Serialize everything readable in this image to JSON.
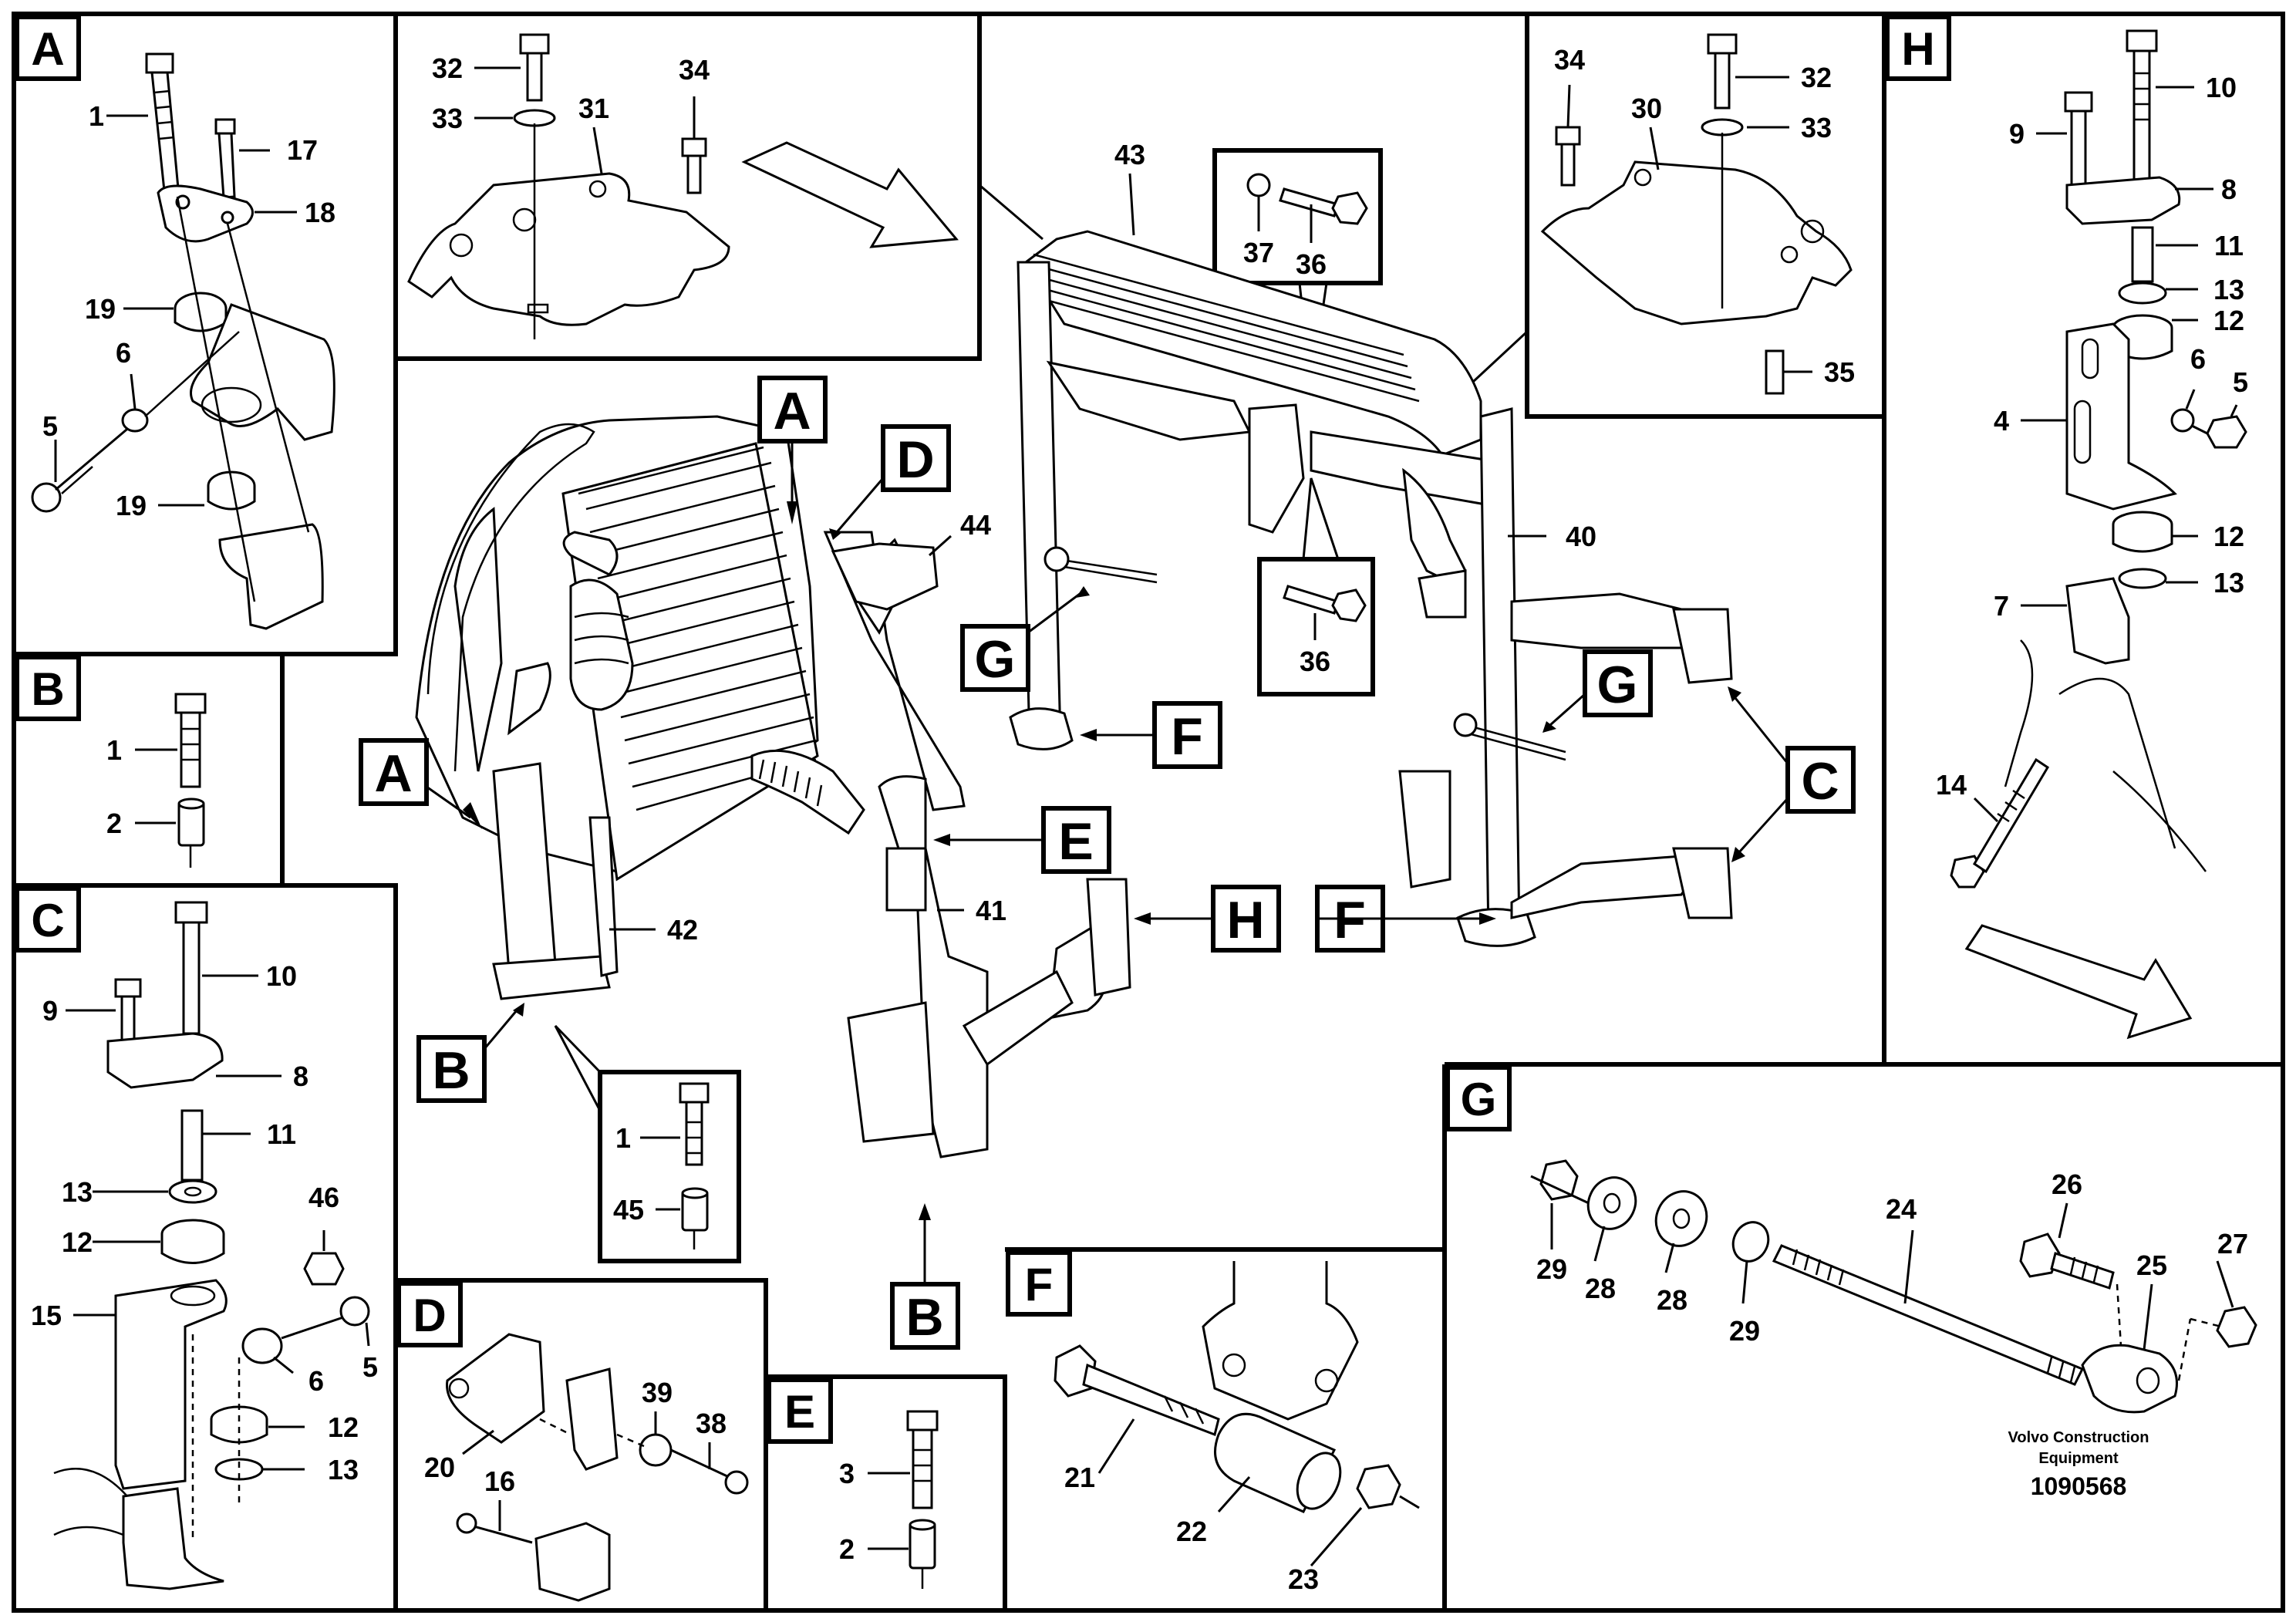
{
  "panels": {
    "A": {
      "letter": "A",
      "labels": [
        "1",
        "17",
        "18",
        "19",
        "6",
        "5",
        "19"
      ]
    },
    "B": {
      "letter": "B",
      "labels": [
        "1",
        "2"
      ]
    },
    "C": {
      "letter": "C",
      "labels": [
        "9",
        "10",
        "8",
        "11",
        "13",
        "12",
        "46",
        "5",
        "6",
        "15",
        "12",
        "13"
      ]
    },
    "D": {
      "letter": "D",
      "labels": [
        "39",
        "38",
        "20",
        "16"
      ]
    },
    "E": {
      "letter": "E",
      "labels": [
        "3",
        "2"
      ]
    },
    "F": {
      "letter": "F",
      "labels": [
        "21",
        "22",
        "23"
      ]
    },
    "G": {
      "letter": "G",
      "labels": [
        "24",
        "26",
        "27",
        "29",
        "28",
        "28",
        "29",
        "25"
      ]
    },
    "H": {
      "letter": "H",
      "labels": [
        "10",
        "9",
        "8",
        "11",
        "13",
        "12",
        "6",
        "5",
        "4",
        "12",
        "13",
        "7",
        "14"
      ]
    },
    "top_left": {
      "labels": [
        "32",
        "34",
        "33",
        "31"
      ]
    },
    "top_right": {
      "labels": [
        "34",
        "32",
        "30",
        "33",
        "35"
      ]
    },
    "inset_37": {
      "labels": [
        "37",
        "36"
      ]
    },
    "inset_36": {
      "labels": [
        "36"
      ]
    },
    "inset_45": {
      "labels": [
        "1",
        "45"
      ]
    }
  },
  "main": {
    "labels": [
      "43",
      "44",
      "40",
      "42",
      "41"
    ],
    "callouts": [
      "A",
      "A",
      "D",
      "G",
      "G",
      "F",
      "F",
      "E",
      "H",
      "C",
      "B",
      "B"
    ]
  },
  "footer": {
    "company_line1": "Volvo Construction",
    "company_line2": "Equipment",
    "drawing_number": "1090568"
  }
}
